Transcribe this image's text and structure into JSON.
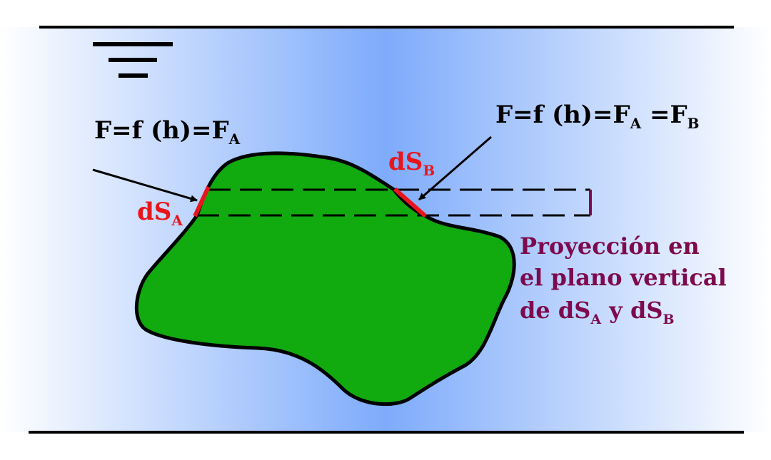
{
  "colors": {
    "water_center": "#7eabfb",
    "water_edge": "#ffffff",
    "body_fill": "#11aa0f",
    "outline": "#000000",
    "element_red": "#e8161c",
    "projection": "#7d0a4e"
  },
  "labels": {
    "force_a": {
      "main": "F=f (h)=F",
      "sub": "A"
    },
    "force_b": {
      "main": "F=f (h)=F",
      "sub1": "A",
      "mid": " =F",
      "sub2": "B"
    },
    "ds_a": {
      "main": "dS",
      "sub": "A"
    },
    "ds_b": {
      "main": "dS",
      "sub": "B"
    },
    "projection": {
      "line1": "Proyección en",
      "line2": "el plano vertical",
      "line3_main1": "de dS",
      "line3_sub1": "A",
      "line3_main2": " y dS",
      "line3_sub2": "B"
    }
  },
  "icons": {
    "surface_marker": "free-surface-icon"
  }
}
